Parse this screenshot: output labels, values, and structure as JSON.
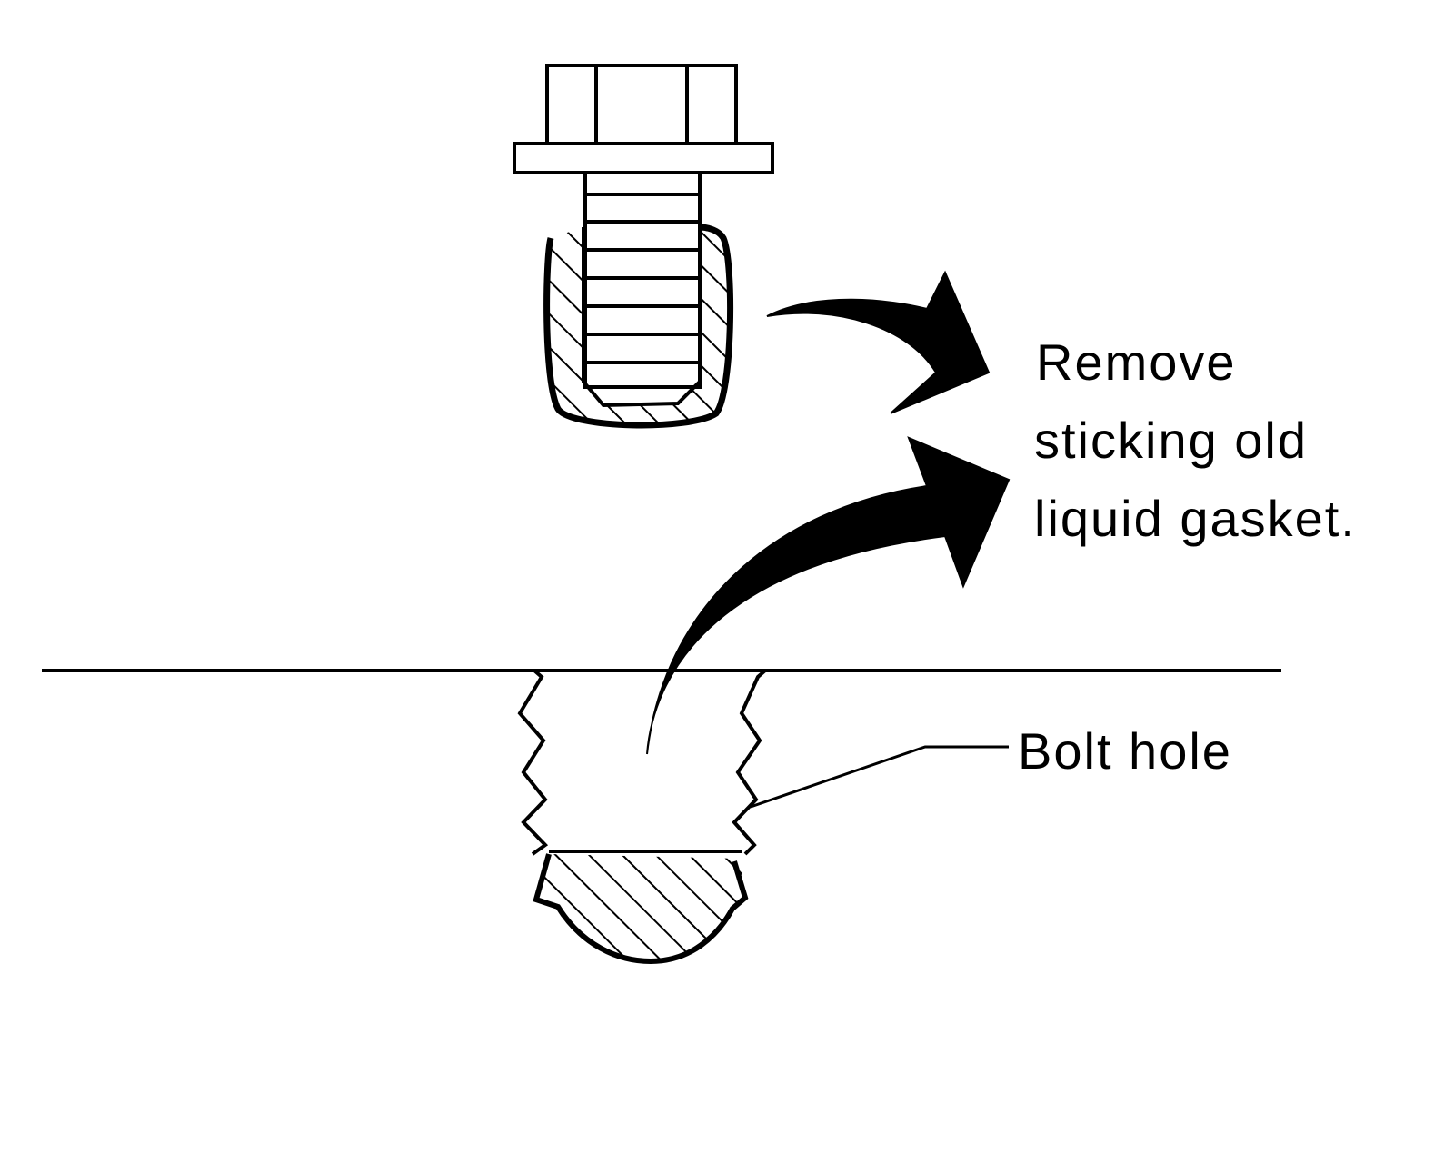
{
  "labels": {
    "remove_line1": "Remove",
    "remove_line2": "sticking old",
    "remove_line3": "liquid gasket.",
    "bolt_hole": "Bolt hole"
  },
  "colors": {
    "ink": "#000000",
    "background": "#ffffff"
  }
}
